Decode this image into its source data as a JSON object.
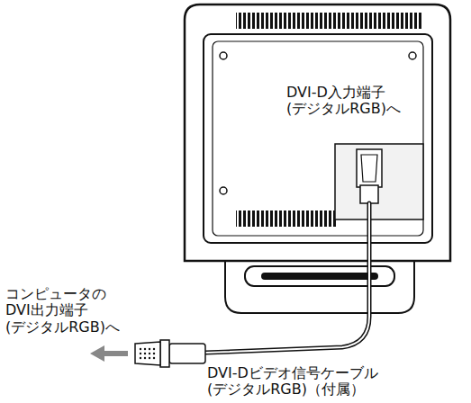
{
  "diagram": {
    "labels": [
      "DVI-D入力端子 (デジタルRGB)へ",
      "コンピュータの DVI出力端子 (デジタルRGB)へ",
      "DVI-Dビデオ信号ケーブル (デジタルRGB)（付属）"
    ]
  }
}
